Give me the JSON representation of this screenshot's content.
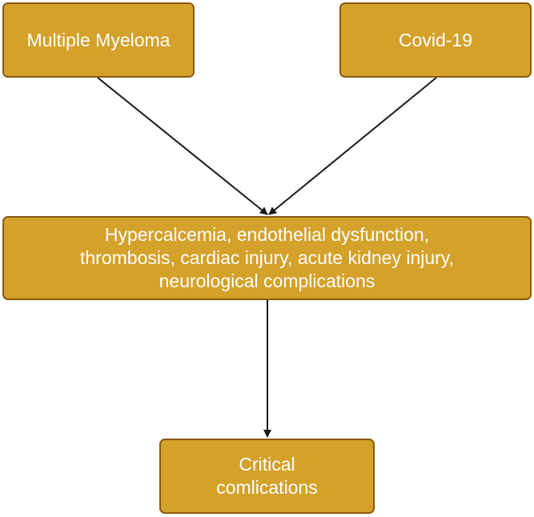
{
  "diagram": {
    "nodes": {
      "multiple_myeloma": "Multiple Myeloma",
      "covid19": "Covid-19",
      "complications_list": "Hypercalcemia, endothelial dysfunction,\nthrombosis, cardiac injury, acute kidney injury,\nneurological complications",
      "critical": "Critical\ncomlications"
    },
    "edges": [
      {
        "from": "multiple_myeloma",
        "to": "complications_list"
      },
      {
        "from": "covid19",
        "to": "complications_list"
      },
      {
        "from": "complications_list",
        "to": "critical"
      }
    ],
    "colors": {
      "node_fill": "#d4a12a",
      "node_border": "#8a5a12",
      "node_text": "#ffffff",
      "arrow": "#1a1a1a"
    }
  }
}
